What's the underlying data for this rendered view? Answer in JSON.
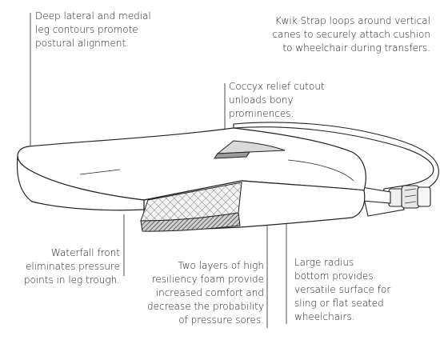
{
  "callouts": {
    "contours": {
      "lines": [
        "Deep lateral and medial",
        "leg contours promote",
        "postural alignment."
      ]
    },
    "strap": {
      "lines": [
        "Kwik Strap loops around vertical",
        "canes to securely attach cushion",
        "to wheelchair during transfers."
      ]
    },
    "coccyx": {
      "lines": [
        "Coccyx relief cutout",
        "unloads bony",
        "prominences."
      ]
    },
    "waterfall": {
      "lines": [
        "Waterfall front",
        "eliminates pressure",
        "points in leg trough."
      ]
    },
    "foam": {
      "lines": [
        "Two layers of high",
        "resiliency foam provide",
        "increased comfort and",
        "decrease the probability",
        "of pressure sores."
      ]
    },
    "radius": {
      "lines": [
        "Large radius",
        "bottom provides",
        "versatile surface for",
        "sling or flat seated",
        "wheelchairs."
      ]
    }
  },
  "colors": {
    "outline": "#222222",
    "text": "#222222",
    "background": "#ffffff"
  }
}
